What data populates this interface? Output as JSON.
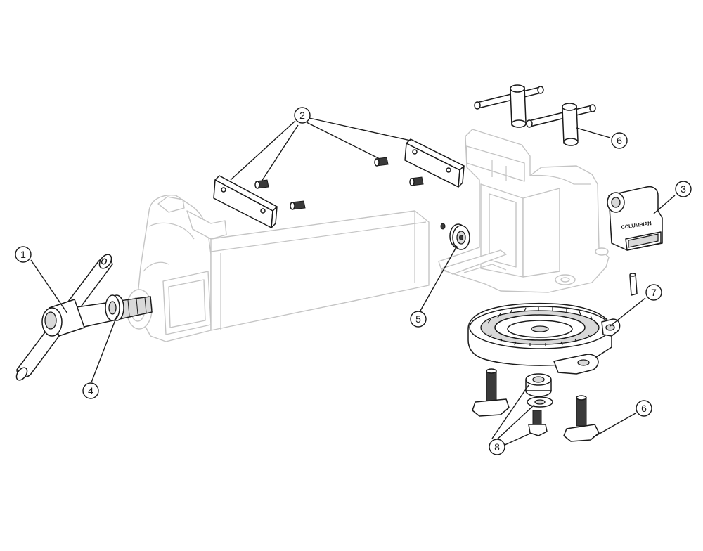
{
  "diagram": {
    "brand_mark": "COLUMBIAN",
    "callouts": [
      {
        "id": "callout-1",
        "label": "1"
      },
      {
        "id": "callout-2",
        "label": "2"
      },
      {
        "id": "callout-3",
        "label": "3"
      },
      {
        "id": "callout-4",
        "label": "4"
      },
      {
        "id": "callout-5",
        "label": "5"
      },
      {
        "id": "callout-6-top",
        "label": "6"
      },
      {
        "id": "callout-6-bottom",
        "label": "6"
      },
      {
        "id": "callout-7",
        "label": "7"
      },
      {
        "id": "callout-8",
        "label": "8"
      }
    ],
    "colors": {
      "ghost_outline": "#c4c4c4",
      "part_outline": "#1a1a1a",
      "background": "#ffffff"
    }
  }
}
